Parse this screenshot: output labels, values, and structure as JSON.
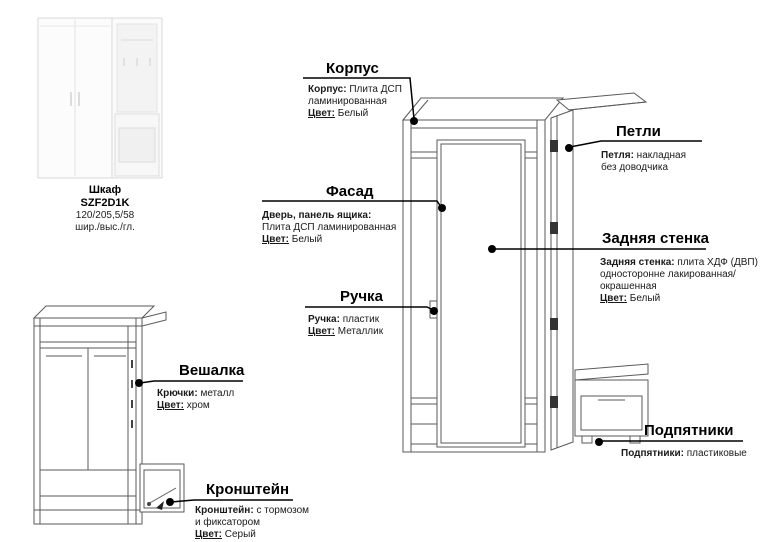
{
  "product": {
    "name": "Шкаф",
    "code": "SZF2D1K",
    "size": "120/205,5/58",
    "size_caption": "шир./выс./гл."
  },
  "callouts": {
    "korpus": {
      "title": "Корпус",
      "lines": [
        {
          "b": "Корпус:",
          "t": " Плита ДСП"
        },
        {
          "t": "ламинированная"
        },
        {
          "u": "Цвет:",
          "t": " Белый"
        }
      ]
    },
    "petli": {
      "title": "Петли",
      "lines": [
        {
          "b": "Петля:",
          "t": " накладная"
        },
        {
          "t": "без доводчика"
        }
      ]
    },
    "fasad": {
      "title": "Фасад",
      "lines": [
        {
          "b": "Дверь, панель ящика:",
          "t": ""
        },
        {
          "t": "Плита ДСП ламинированная"
        },
        {
          "u": "Цвет:",
          "t": " Белый"
        }
      ]
    },
    "zadnyaya_stenka": {
      "title": "Задняя стенка",
      "lines": [
        {
          "b": "Задняя стенка:",
          "t": " плита ХДФ (ДВП)"
        },
        {
          "t": "односторонне лакированная/"
        },
        {
          "t": "окрашенная"
        },
        {
          "u": "Цвет:",
          "t": " Белый"
        }
      ]
    },
    "ruchka": {
      "title": "Ручка",
      "lines": [
        {
          "b": "Ручка:",
          "t": " пластик"
        },
        {
          "u": "Цвет:",
          "t": " Металлик"
        }
      ]
    },
    "podpyatniki": {
      "title": "Подпятники",
      "lines": [
        {
          "b": "Подпятники:",
          "t": " пластиковые"
        }
      ]
    },
    "veshalka": {
      "title": "Вешалка",
      "lines": [
        {
          "b": "Крючки:",
          "t": " металл"
        },
        {
          "u": "Цвет:",
          "t": " хром"
        }
      ]
    },
    "kronshtein": {
      "title": "Кронштейн",
      "lines": [
        {
          "b": "Кронштейн:",
          "t": " с тормозом"
        },
        {
          "t": "и фиксатором"
        },
        {
          "u": "Цвет:",
          "t": " Серый"
        }
      ]
    }
  }
}
